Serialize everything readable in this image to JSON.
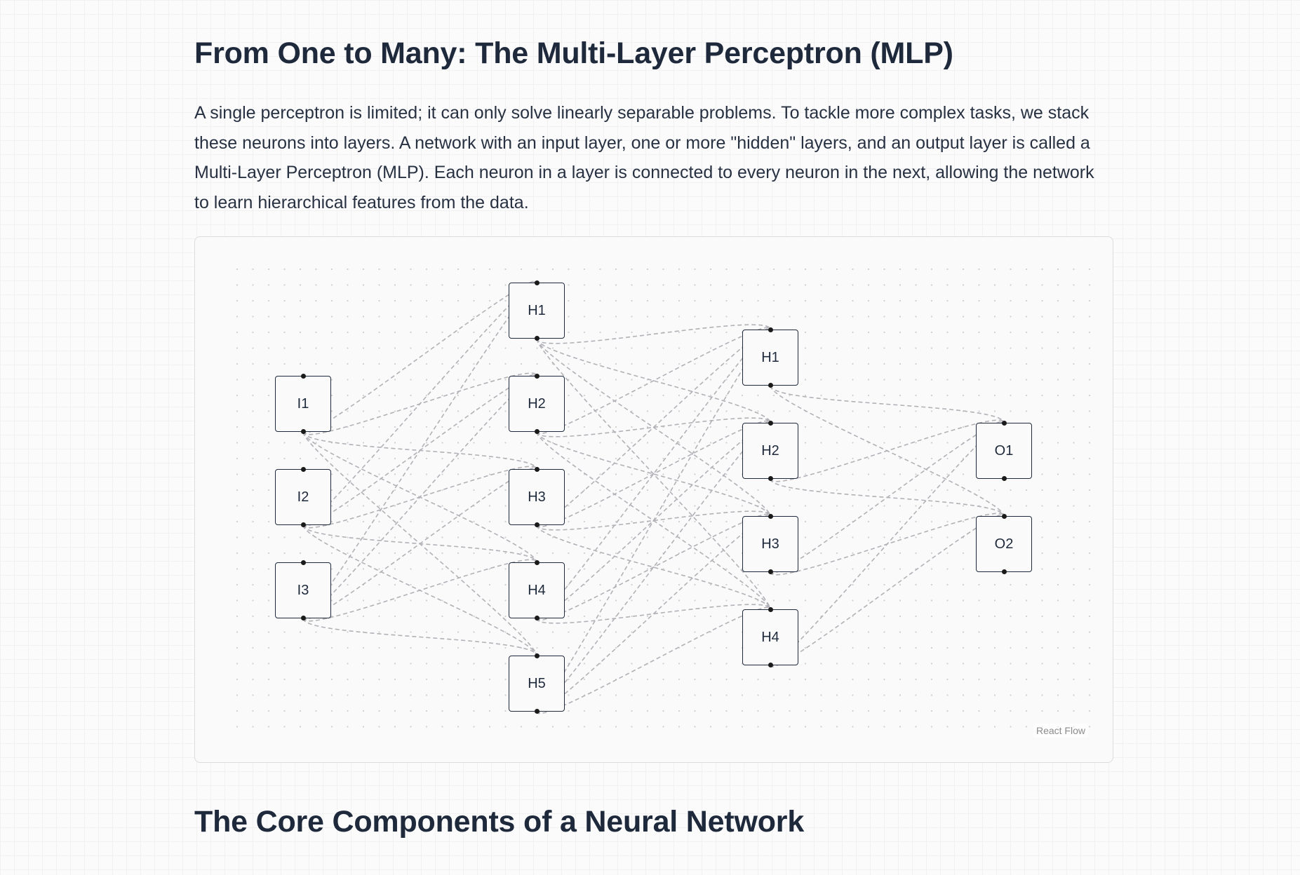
{
  "section": {
    "title": "From One to Many: The Multi-Layer Perceptron (MLP)",
    "paragraph": "A single perceptron is limited; it can only solve linearly separable problems. To tackle more complex tasks, we stack these neurons into layers. A network with an input layer, one or more \"hidden\" layers, and an output layer is called a Multi-Layer Perceptron (MLP). Each neuron in a layer is connected to every neuron in the next, allowing the network to learn hierarchical features from the data."
  },
  "diagram": {
    "attribution": "React Flow",
    "edge_style": "dashed",
    "edge_color": "#b1b1b7",
    "layers": [
      {
        "id": "input",
        "nodes": [
          {
            "id": "i1",
            "label": "I1"
          },
          {
            "id": "i2",
            "label": "I2"
          },
          {
            "id": "i3",
            "label": "I3"
          }
        ]
      },
      {
        "id": "hidden1",
        "nodes": [
          {
            "id": "h1a",
            "label": "H1"
          },
          {
            "id": "h1b",
            "label": "H2"
          },
          {
            "id": "h1c",
            "label": "H3"
          },
          {
            "id": "h1d",
            "label": "H4"
          },
          {
            "id": "h1e",
            "label": "H5"
          }
        ]
      },
      {
        "id": "hidden2",
        "nodes": [
          {
            "id": "h2a",
            "label": "H1"
          },
          {
            "id": "h2b",
            "label": "H2"
          },
          {
            "id": "h2c",
            "label": "H3"
          },
          {
            "id": "h2d",
            "label": "H4"
          }
        ]
      },
      {
        "id": "output",
        "nodes": [
          {
            "id": "o1",
            "label": "O1"
          },
          {
            "id": "o2",
            "label": "O2"
          }
        ]
      }
    ]
  },
  "next_section": {
    "title": "The Core Components of a Neural Network"
  }
}
